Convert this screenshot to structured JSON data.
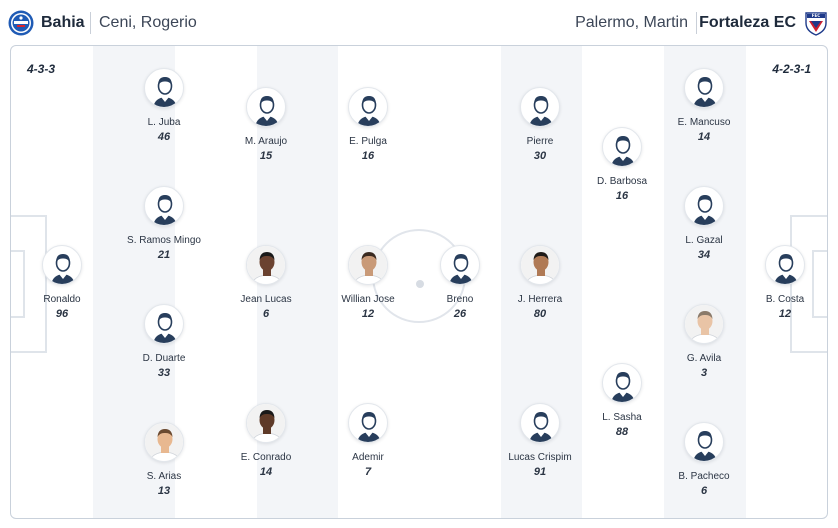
{
  "home": {
    "team_name": "Bahia",
    "coach": "Ceni, Rogerio",
    "formation": "4-3-3",
    "crest_icon": "bahia-crest-icon",
    "color": "#1f5bb5"
  },
  "away": {
    "team_name": "Fortaleza EC",
    "coach": "Palermo, Martin",
    "formation": "4-2-3-1",
    "crest_icon": "fortaleza-crest-icon",
    "color": "#cc2030"
  },
  "colors": {
    "pitch_stripe": "#f3f5f8",
    "pitch_line": "#dde2e9",
    "text": "#1e2a3b",
    "placeholder_avatar": "#283e5c"
  },
  "players": [
    {
      "name": "Ronaldo",
      "number": "96",
      "team": "home",
      "photo": false
    },
    {
      "name": "L. Juba",
      "number": "46",
      "team": "home",
      "photo": false
    },
    {
      "name": "S. Ramos Mingo",
      "number": "21",
      "team": "home",
      "photo": false
    },
    {
      "name": "D. Duarte",
      "number": "33",
      "team": "home",
      "photo": false
    },
    {
      "name": "S. Arias",
      "number": "13",
      "team": "home",
      "photo": true
    },
    {
      "name": "M. Araujo",
      "number": "15",
      "team": "home",
      "photo": false
    },
    {
      "name": "Jean Lucas",
      "number": "6",
      "team": "home",
      "photo": true
    },
    {
      "name": "E. Conrado",
      "number": "14",
      "team": "home",
      "photo": true
    },
    {
      "name": "E. Pulga",
      "number": "16",
      "team": "home",
      "photo": false
    },
    {
      "name": "Willian Jose",
      "number": "12",
      "team": "home",
      "photo": true
    },
    {
      "name": "Ademir",
      "number": "7",
      "team": "home",
      "photo": false
    },
    {
      "name": "Breno",
      "number": "26",
      "team": "away",
      "photo": false
    },
    {
      "name": "Pierre",
      "number": "30",
      "team": "away",
      "photo": false
    },
    {
      "name": "J. Herrera",
      "number": "80",
      "team": "away",
      "photo": true
    },
    {
      "name": "Lucas Crispim",
      "number": "91",
      "team": "away",
      "photo": false
    },
    {
      "name": "D. Barbosa",
      "number": "16",
      "team": "away",
      "photo": false
    },
    {
      "name": "L. Sasha",
      "number": "88",
      "team": "away",
      "photo": false
    },
    {
      "name": "E. Mancuso",
      "number": "14",
      "team": "away",
      "photo": false
    },
    {
      "name": "L. Gazal",
      "number": "34",
      "team": "away",
      "photo": false
    },
    {
      "name": "G. Avila",
      "number": "3",
      "team": "away",
      "photo": true
    },
    {
      "name": "B. Pacheco",
      "number": "6",
      "team": "away",
      "photo": false
    },
    {
      "name": "B. Costa",
      "number": "12",
      "team": "away",
      "photo": false
    }
  ]
}
